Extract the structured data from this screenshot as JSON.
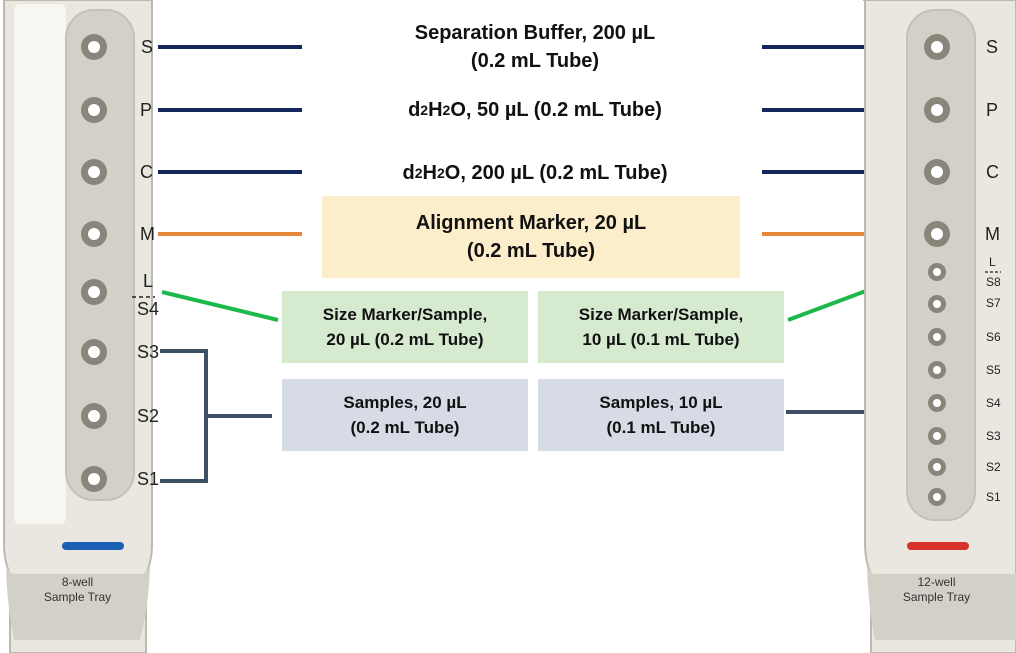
{
  "left_tray": {
    "caption_line1": "8-well",
    "caption_line2": "Sample Tray",
    "indicator_color": "#1a5fb4",
    "labels": [
      "S",
      "P",
      "C",
      "M",
      "L",
      "S4",
      "S3",
      "S2",
      "S1"
    ]
  },
  "right_tray": {
    "caption_line1": "12-well",
    "caption_line2": "Sample Tray",
    "indicator_color": "#d8312b",
    "labels": [
      "S",
      "P",
      "C",
      "M",
      "L",
      "S8",
      "S7",
      "S6",
      "S5",
      "S4",
      "S3",
      "S2",
      "S1"
    ]
  },
  "boxes": {
    "separation_line1": "Separation Buffer, 200 µL",
    "separation_line2": "(0.2 mL Tube)",
    "water50_prefix": "d",
    "water50_sub1": "2",
    "water50_mid": "H",
    "water50_sub2": "2",
    "water50_suffix": "O, 50 µL (0.2 mL Tube)",
    "water200_prefix": "d",
    "water200_sub1": "2",
    "water200_mid": "H",
    "water200_sub2": "2",
    "water200_suffix": "O, 200 µL (0.2 mL Tube)",
    "alignment_line1": "Alignment Marker, 20 µL",
    "alignment_line2": "(0.2 mL Tube)",
    "size_left_line1": "Size Marker/Sample,",
    "size_left_line2": "20 µL (0.2 mL Tube)",
    "size_right_line1": "Size Marker/Sample,",
    "size_right_line2": "10 µL (0.1 mL Tube)",
    "samples_left_line1": "Samples, 20 µL",
    "samples_left_line2": "(0.2 mL Tube)",
    "samples_right_line1": "Samples, 10 µL",
    "samples_right_line2": "(0.1 mL Tube)"
  },
  "colors": {
    "navy_line": "#14275a",
    "orange_line": "#e6873a",
    "green_line": "#1db84a",
    "slate_line": "#3f4f66",
    "tray_fill": "#e9e7df",
    "tray_inner": "#d3d0c8"
  }
}
